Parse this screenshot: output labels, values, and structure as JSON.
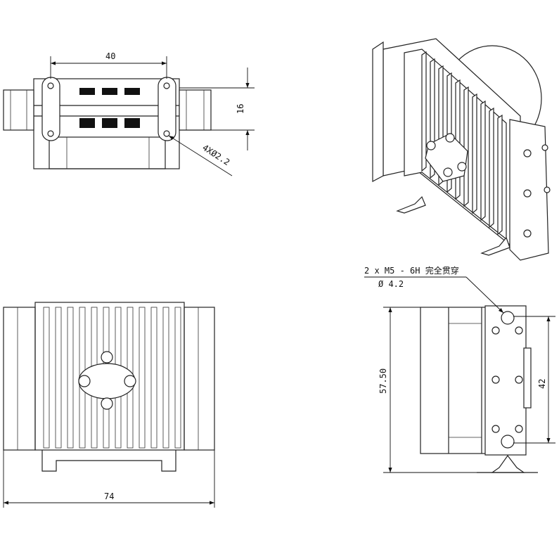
{
  "drawing": {
    "top_view": {
      "width_dim": "40",
      "height_dim": "16",
      "hole_note": "4XØ2.2"
    },
    "front_view": {
      "width_dim": "74"
    },
    "side_view": {
      "height_dim": "57.50",
      "hole_spacing_dim": "42",
      "thread_note": "2 x  M5 - 6H 完全贯穿",
      "hole_dia_note": "Ø 4.2"
    }
  },
  "colors": {
    "line": "#222222",
    "background": "#ffffff"
  }
}
